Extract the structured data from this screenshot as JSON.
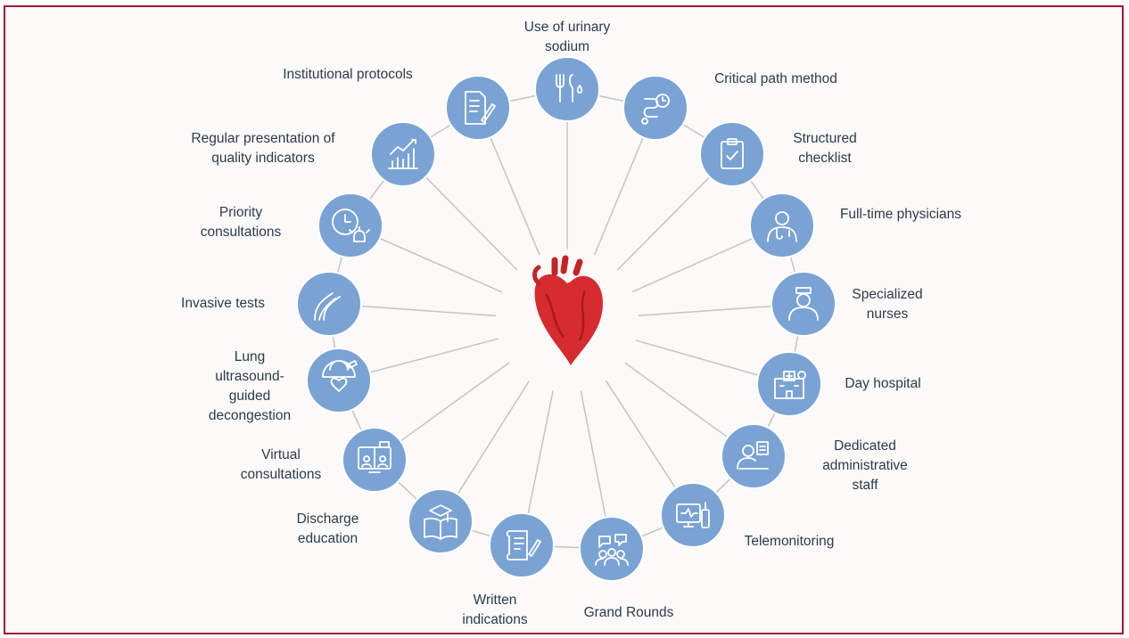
{
  "diagram": {
    "center": {
      "icon": "heart-icon",
      "color": "#d62b2f"
    },
    "node_color": "#7aa3d4",
    "node_stroke": "#ffffff",
    "line_color": "#c4c4c4",
    "items": [
      {
        "label": "Use of urinary\nsodium",
        "icon": "fork-knife-drop-icon"
      },
      {
        "label": "Critical path method",
        "icon": "route-clock-icon"
      },
      {
        "label": "Structured\nchecklist",
        "icon": "clipboard-check-icon"
      },
      {
        "label": "Full-time physicians",
        "icon": "doctor-icon"
      },
      {
        "label": "Specialized\nnurses",
        "icon": "nurse-icon"
      },
      {
        "label": "Day hospital",
        "icon": "hospital-building-icon"
      },
      {
        "label": "Dedicated\nadministrative\nstaff",
        "icon": "admin-desk-icon"
      },
      {
        "label": "Telemonitoring",
        "icon": "monitor-phone-icon"
      },
      {
        "label": "Grand Rounds",
        "icon": "group-discussion-icon"
      },
      {
        "label": "Written\nindications",
        "icon": "scroll-pen-icon"
      },
      {
        "label": "Discharge\neducation",
        "icon": "book-graduation-icon"
      },
      {
        "label": "Virtual\nconsultations",
        "icon": "video-call-icon"
      },
      {
        "label": "Lung\nultrasound-\nguided\ndecongestion",
        "icon": "ultrasound-heart-icon"
      },
      {
        "label": "Invasive tests",
        "icon": "catheter-vessel-icon"
      },
      {
        "label": "Priority\nconsultations",
        "icon": "clock-alarm-icon"
      },
      {
        "label": "Regular presentation of\nquality indicators",
        "icon": "bar-chart-trend-icon"
      },
      {
        "label": "Institutional protocols",
        "icon": "document-pen-icon"
      }
    ]
  }
}
